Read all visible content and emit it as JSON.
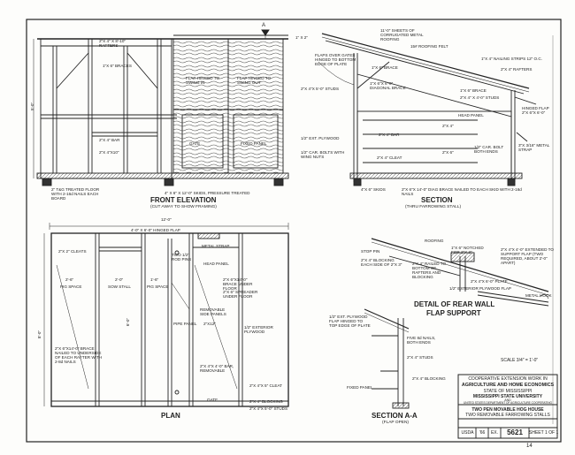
{
  "front_elevation": {
    "title": "FRONT ELEVATION",
    "subtitle": "(CUT AWAY TO SHOW FRAMING)",
    "labels": {
      "rafters": "2\"X 4\" X 8'-10\" RAFTERS",
      "braces": "1\"X 6\" BRACES",
      "flap_left": "FLAP HINGED TO SWING IN",
      "flap_right": "FLAP HINGED TO SWING OUT",
      "bar": "2\"X 4\" BAR",
      "x10": "2\"X 4\"X10\"",
      "gate": "GATE",
      "fixed_panel": "FIXED PANEL",
      "skids": "4\" X 6\" X 12'-0\" SKIDS, PRESSURE TREATED",
      "floor": "2\" T&G TREATED FLOOR WITH 2-16d NAILS EACH BOARD",
      "height": "5'-0\"",
      "section_mark": "A",
      "top_board": "1\" X 2\""
    }
  },
  "section": {
    "title": "SECTION",
    "subtitle": "(THRU FARROWING STALL)",
    "labels": {
      "sheets": "11'-0\" SHEETS OF CORRUGATED METAL ROOFING",
      "felt": "15# ROOFING FELT",
      "nailing": "1\"X 4\" NAILING STRIPS 12\" O.C.",
      "rafters": "2\"X 4\" RAFTERS",
      "flaps": "FLAPS OVER GATES HINGED TO BOTTOM EDGE OF PLATE",
      "brace": "1\"X 6\" BRACE",
      "diag": "1\"X 6\"X 6'-0\" DIAGONAL BRACE",
      "studs": "2\"X 4\" X 4'-0\" STUDS",
      "brace2": "1\"X 6\" BRACE",
      "head": "HEAD PANEL",
      "hinged_flap": "HINGED FLAP 2\"X 6\"X 6'-0\"",
      "studs_left": "2\"X 4\"X 5'-0\" STUDS",
      "plywood": "1/2\" EXT. PLYWOOD",
      "bar": "2\"X 4\" BAR",
      "carbolts": "1/2\" CAR. BOLTS WITH WING NUTS",
      "cleat": "2\"X 4\" CLEAT",
      "carbolt2": "1/2\" CAR. BOLT BOTH ENDS",
      "metal_strap": "3\"X 3/16\" METAL STRAP",
      "skids": "4\"X 6\" SKIDS",
      "diag_brace": "2\"X 6\"X 14'-0\" DIAG BRACE NAILED TO EACH SKID WITH 2-16d NAILS",
      "dim_2x4": "2\"X 4\"",
      "dim_2x6": "2\"X 6\""
    }
  },
  "plan": {
    "title": "PLAN",
    "labels": {
      "width": "12'-0\"",
      "hinged_flap": "4'-0\" X 6'-0\" HINGED FLAP",
      "cleats": "2\"X 2\" CLEATS",
      "metal_strap": "METAL STRAP",
      "rod_pins": "TWO 1/2\" ROD PINS",
      "head_panel": "HEAD PANEL",
      "pig_space_l": "PIG SPACE",
      "sow_stall": "SOW STALL",
      "pig_space_r": "PIG SPACE",
      "d1": "2'-6\"",
      "d2": "2'-0\"",
      "d3": "1'-6\"",
      "brace_floor": "2\"X 6\"X14'-0\" BRACE UNDER FLOOR",
      "spreader": "2\"X 6\" SPREADER UNDER FLOOR",
      "removable": "REMOVABLE SIDE PANELS",
      "pipe_panel": "PIPE PANEL",
      "x12": "2\"X12\"",
      "ext_ply": "1/2\" EXTERIOR PLYWOOD",
      "brace_bottom": "2\"X 6\"X14'-0\" BRACE NAILED TO UNDERSIDE OF EACH RAFTER WITH 2-8d NAILS",
      "bar_removable": "2\"X 4\"X 4'-0\" BAR, REMOVABLE",
      "cleat": "2\"X 4\"X 5\" CLEAT",
      "gate": "GATE",
      "blocking": "2\"X 4\" BLOCKING",
      "studs": "2\"X 4\"X 5'-0\" STUDS",
      "length": "8'-0\"",
      "len2": "6'-0\""
    }
  },
  "detail": {
    "title": "DETAIL OF REAR WALL",
    "title2": "FLAP SUPPORT",
    "labels": {
      "roofing": "ROOFING",
      "stop_pin": "STOP PIN",
      "blocking": "2\"X 4\" BLOCKING EACH SIDE OF 2\"X 3\"",
      "hole": "1\"X 6\" NOTCHED FOR 2\"X 3\"",
      "nailed": "2\"X 4\" RAILED TO BOTTOM OF RAFTERS AND BLOCKING",
      "x4": "2\"X 4\"X 6'-0\" PLATE",
      "ext_flap": "1/2\" EXTERIOR PLYWOOD FLAP",
      "metal_hook": "METAL HOOK",
      "extended": "2\"X 4\"X 4'-0\" EXTENDED TO SUPPORT FLAP (TWO REQUIRED, ABOUT 2'-0\" APART)"
    }
  },
  "section_aa": {
    "title": "SECTION A-A",
    "subtitle": "(FLAP OPEN)",
    "labels": {
      "flap": "1/2\" EXT. PLYWOOD FLAP HINGED TO TOP EDGE OF PLATE",
      "nails": "FIVE 8d NAILS, BOTH ENDS",
      "studs": "2\"X 4\" STUDS",
      "fixed": "FIXED PANEL",
      "blocking": "2\"X 4\" BLOCKING",
      "scale": "SCALE 3/4\" = 1'-0\""
    }
  },
  "title_block": {
    "line1": "COOPERATIVE EXTENSION WORK IN",
    "line2": "AGRICULTURE AND HOME ECONOMICS",
    "line3": "STATE OF MISSISSIPPI",
    "line4": "MISSISSIPPI STATE UNIVERSITY",
    "line5": "AND",
    "line6": "UNITED STATES DEPARTMENT OF AGRICULTURE COOPERATING",
    "drawing1": "TWO PEN MOVABLE HOG HOUSE",
    "drawing2": "TWO REMOVABLE FARROWING STALLS",
    "agency": "USDA",
    "year": "'66",
    "ex": "EX.",
    "number": "5621",
    "sheet": "SHEET 1 OF 1"
  },
  "margin_mark": "14"
}
